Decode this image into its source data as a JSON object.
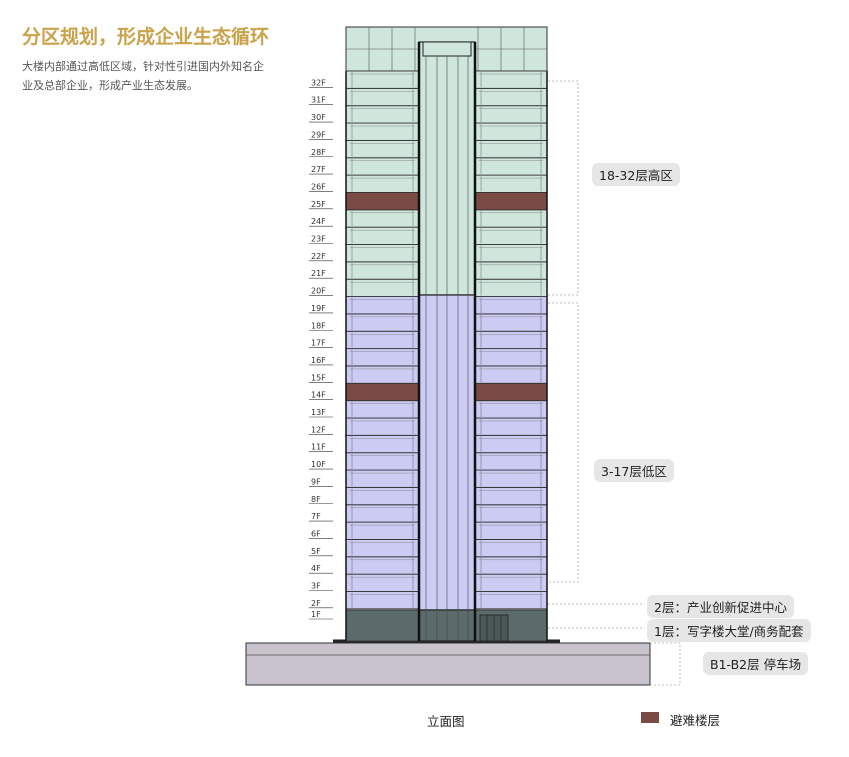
{
  "header": {
    "title": "分区规划，形成企业生态循环",
    "description": "大楼内部通过高低区域，针对性引进国内外知名企业及总部企业，形成产业生态发展。"
  },
  "floors": [
    "1F",
    "2F",
    "3F",
    "4F",
    "5F",
    "6F",
    "7F",
    "8F",
    "9F",
    "10F",
    "11F",
    "12F",
    "13F",
    "14F",
    "15F",
    "16F",
    "17F",
    "18F",
    "19F",
    "20F",
    "21F",
    "22F",
    "23F",
    "24F",
    "25F",
    "26F",
    "27F",
    "28F",
    "29F",
    "30F",
    "31F",
    "32F"
  ],
  "refuge_floors": [
    "14F",
    "25F"
  ],
  "zones": {
    "high": "18-32层高区",
    "low": "3-17层低区",
    "floor2": "2层：产业创新促进中心",
    "floor1": "1层：写字楼大堂/商务配套",
    "basement": "B1-B2层 停车场"
  },
  "caption": "立面图",
  "legend": {
    "label": "避难楼层",
    "color": "#7a4a44"
  },
  "colors": {
    "high_zone": "#cfe6dd",
    "low_zone": "#cccbf4",
    "lobby": "#5b6b6b",
    "base": "#c8c3cc",
    "accent_title": "#c9a24a"
  }
}
